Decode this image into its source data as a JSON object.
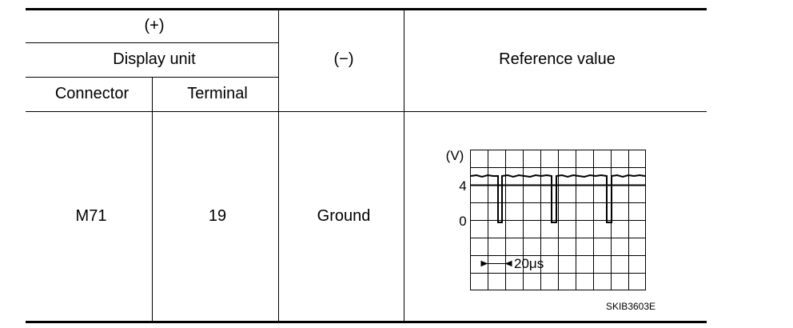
{
  "table": {
    "header": {
      "plus": "(+)",
      "display_unit": "Display unit",
      "connector": "Connector",
      "terminal": "Terminal",
      "minus": "(−)",
      "reference_value": "Reference value"
    },
    "row": {
      "connector": "M71",
      "terminal": "19",
      "minus": "Ground"
    }
  },
  "waveform": {
    "unit_label": "(V)",
    "tick_4": "4",
    "tick_0": "0",
    "timebase": "20μs",
    "figure_code": "SKIB3603E"
  }
}
